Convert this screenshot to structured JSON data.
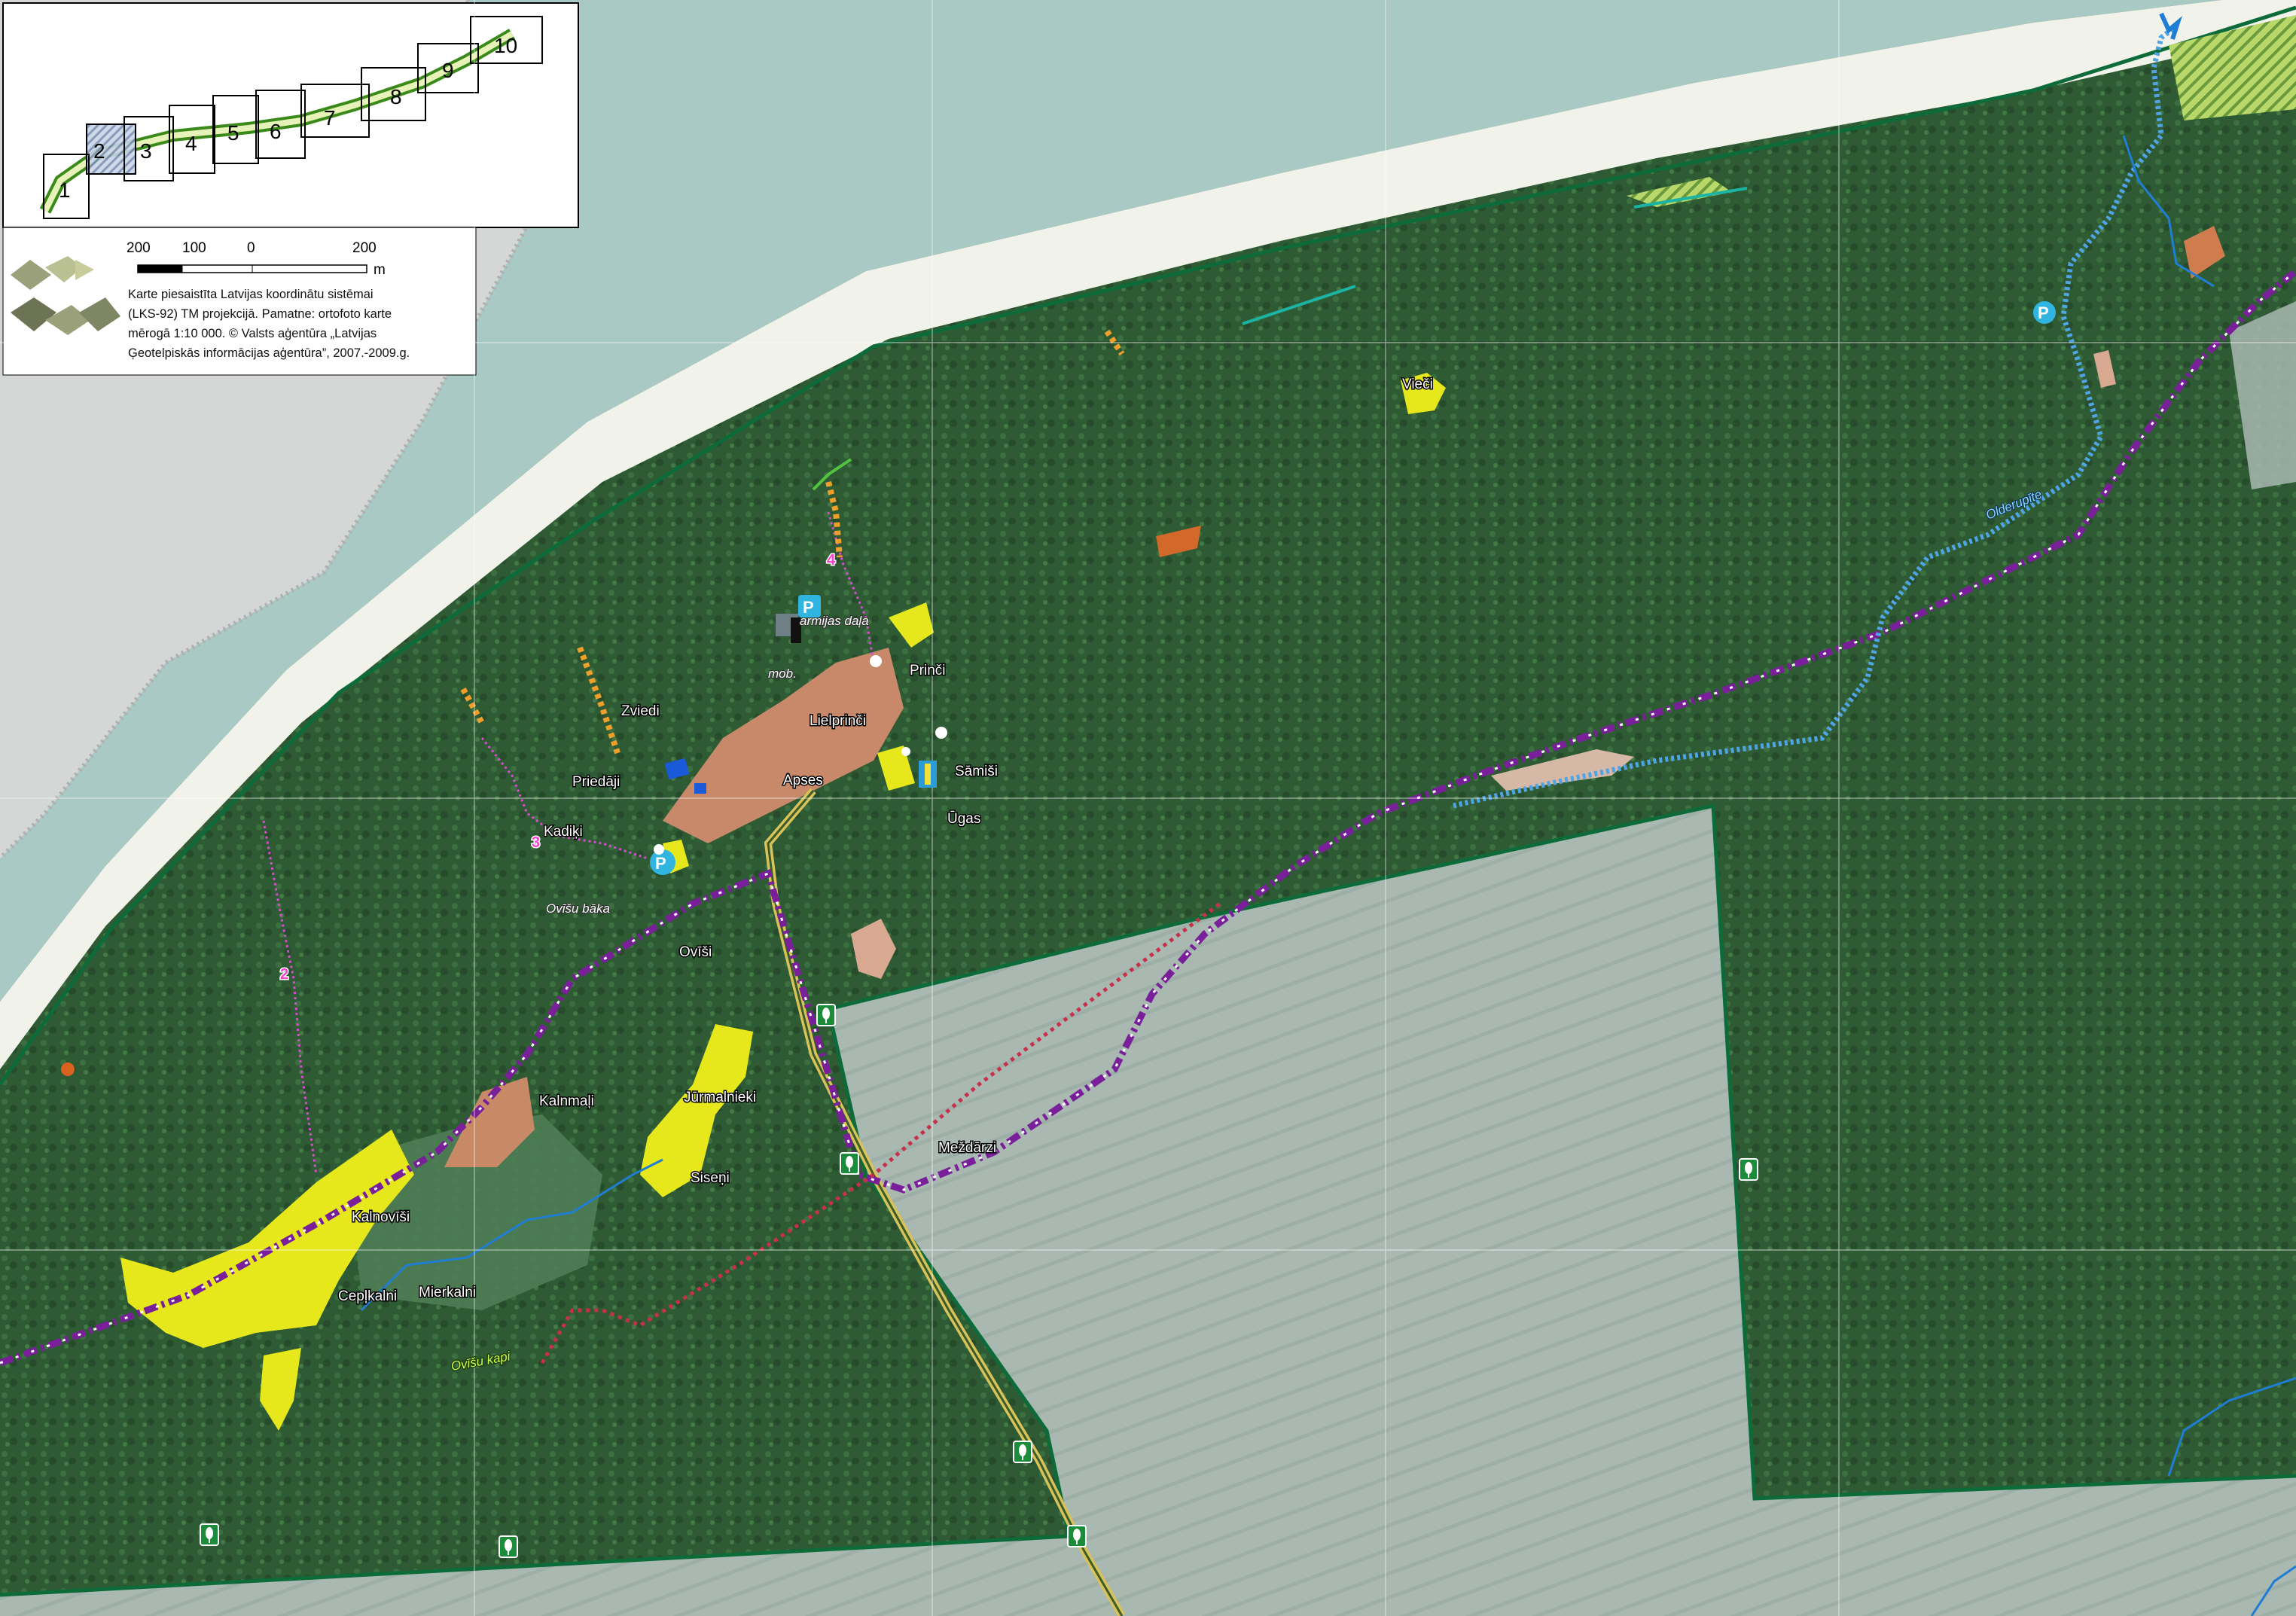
{
  "map": {
    "place_labels": [
      {
        "id": "vieci",
        "text": "Vieči"
      },
      {
        "id": "prinči",
        "text": "Prinči"
      },
      {
        "id": "lielprinci",
        "text": "Lielprinči"
      },
      {
        "id": "zviedi",
        "text": "Zviedi"
      },
      {
        "id": "apses",
        "text": "Apses"
      },
      {
        "id": "samisi",
        "text": "Sāmiši"
      },
      {
        "id": "priedaji",
        "text": "Priedāji"
      },
      {
        "id": "ugas",
        "text": "Ūgas"
      },
      {
        "id": "kadiki",
        "text": "Kadiķi"
      },
      {
        "id": "ovisi",
        "text": "Ovīši"
      },
      {
        "id": "kalnmali",
        "text": "Kalnmaļi"
      },
      {
        "id": "jurmalnieki",
        "text": "Jūrmalnieki"
      },
      {
        "id": "sisenі",
        "text": "Siseņi"
      },
      {
        "id": "mezdarzi",
        "text": "Meždārzi"
      },
      {
        "id": "kalnovisi",
        "text": "Kalnovīši"
      },
      {
        "id": "cepkalni",
        "text": "Cepļkalni"
      },
      {
        "id": "mierkalni",
        "text": "Mierkalni"
      }
    ],
    "italic_labels": [
      {
        "id": "armijas-dala",
        "text": "armijas daļa"
      },
      {
        "id": "mob",
        "text": "mob."
      },
      {
        "id": "ovisu-baka",
        "text": "Ovīšu bāka"
      }
    ],
    "cemetery_label": "Ovīšu kapi",
    "river_label": "Olderupīte",
    "route_numbers": [
      "2",
      "3",
      "4"
    ],
    "parking_letter": "P",
    "colors": {
      "sea": "#a9c9c4",
      "beach": "#f1f2ea",
      "forest": "#2e5b34",
      "protected_area": "#a8b8b0",
      "yellow_area": "#e6e81c",
      "orange_area": "#c8896a",
      "trail_purple": "#7a1f9a",
      "trail_blue": "#4fa4e6",
      "boundary_green": "#0d6b3a"
    }
  },
  "key_map": {
    "sheets": [
      "1",
      "2",
      "3",
      "4",
      "5",
      "6",
      "7",
      "8",
      "9",
      "10"
    ]
  },
  "legend": {
    "scale_ticks": [
      "200",
      "100",
      "0",
      "200"
    ],
    "scale_unit": "m",
    "credit_lines": [
      "Karte piesaistīta Latvijas koordinātu sistēmai",
      "(LKS-92) TM projekcijā. Pamatne: ortofoto karte",
      "mērogā 1:10 000.  © Valsts aģentūra „Latvijas",
      "Ģeotelpiskās informācijas aģentūra”, 2007.-2009.g."
    ]
  }
}
